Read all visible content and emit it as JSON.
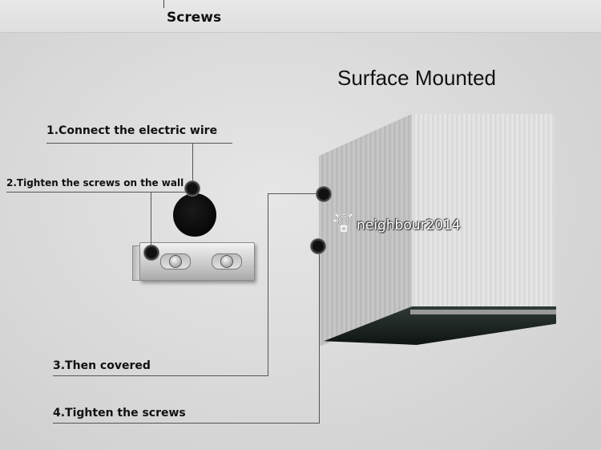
{
  "header": {
    "label": "Screws"
  },
  "title": "Surface Mounted",
  "steps": [
    {
      "label": "1.Connect the electric wire"
    },
    {
      "label": "2.Tighten the screws on the wall"
    },
    {
      "label": "3.Then covered"
    },
    {
      "label": "4.Tighten the screws"
    }
  ],
  "watermark": {
    "text": "neighbour2014",
    "icon": "lightbulb-icon"
  },
  "colors": {
    "wall": "#dcdcdc",
    "text": "#111111",
    "lens": "#1e2a26"
  }
}
